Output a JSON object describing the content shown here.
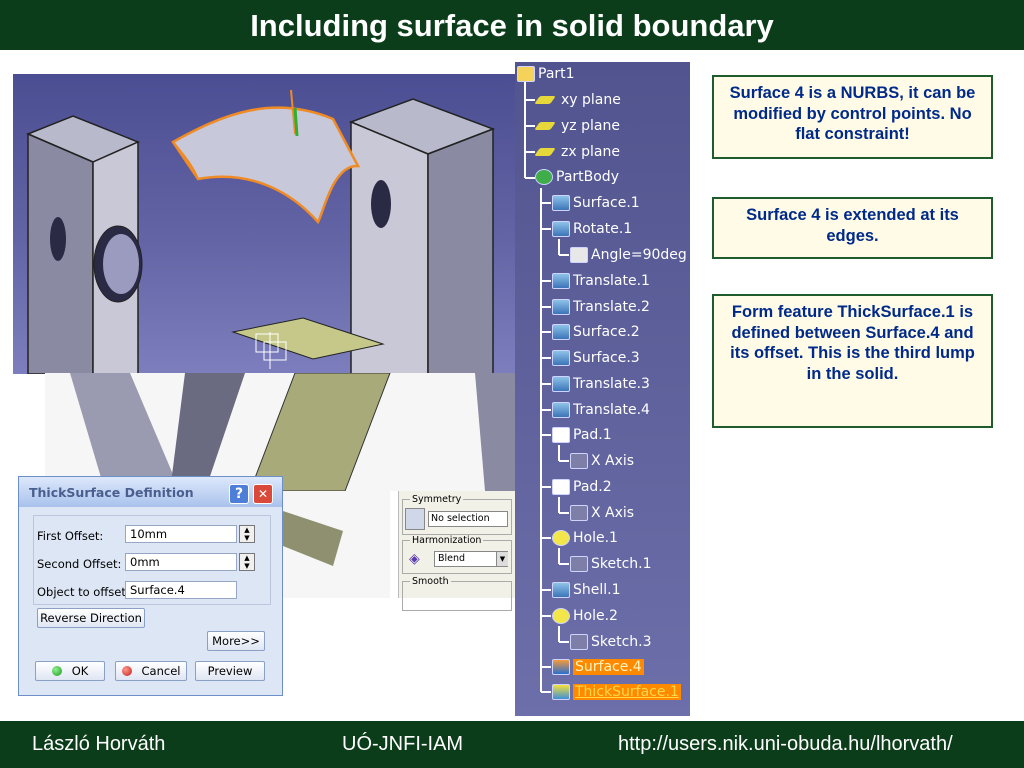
{
  "slide_title": "Including surface in solid boundary",
  "footer": {
    "author": "László Horváth",
    "institute": "UÓ-JNFI-IAM",
    "url": "http://users.nik.uni-obuda.hu/lhorvath/"
  },
  "tree": {
    "items": [
      {
        "label": "Part1",
        "icon": "part-icon"
      },
      {
        "label": "xy plane",
        "icon": "plane-icon"
      },
      {
        "label": "yz plane",
        "icon": "plane-icon"
      },
      {
        "label": "zx plane",
        "icon": "plane-icon"
      },
      {
        "label": "PartBody",
        "icon": "gear-icon"
      },
      {
        "label": "Surface.1",
        "icon": "surface-icon"
      },
      {
        "label": "Rotate.1",
        "icon": "rotate-icon"
      },
      {
        "label": "Angle=90deg",
        "icon": "parameter-icon"
      },
      {
        "label": "Translate.1",
        "icon": "translate-icon"
      },
      {
        "label": "Translate.2",
        "icon": "translate-icon"
      },
      {
        "label": "Surface.2",
        "icon": "surface-icon"
      },
      {
        "label": "Surface.3",
        "icon": "surface-icon"
      },
      {
        "label": "Translate.3",
        "icon": "translate-icon"
      },
      {
        "label": "Translate.4",
        "icon": "translate-icon"
      },
      {
        "label": "Pad.1",
        "icon": "pad-icon"
      },
      {
        "label": "X Axis",
        "icon": "sketch-icon"
      },
      {
        "label": "Pad.2",
        "icon": "pad-icon"
      },
      {
        "label": "X Axis",
        "icon": "sketch-icon"
      },
      {
        "label": "Hole.1",
        "icon": "hole-icon"
      },
      {
        "label": "Sketch.1",
        "icon": "sketch-icon"
      },
      {
        "label": "Shell.1",
        "icon": "shell-icon"
      },
      {
        "label": "Hole.2",
        "icon": "hole-icon"
      },
      {
        "label": "Sketch.3",
        "icon": "sketch-icon"
      },
      {
        "label": "Surface.4",
        "icon": "surface-icon"
      },
      {
        "label": "ThickSurface.1",
        "icon": "thicksurface-icon"
      }
    ]
  },
  "callouts": [
    "Surface 4 is a NURBS, it can be modified by control points. No flat constraint!",
    "Surface 4 is extended at its edges.",
    "Form feature ThickSurface.1 is defined between Surface.4 and its offset. This is the third lump in the solid."
  ],
  "dialog": {
    "title": "ThickSurface Definition",
    "help": "?",
    "close": "✕",
    "first_offset_label": "First Offset:",
    "first_offset_value": "10mm",
    "second_offset_label": "Second Offset:",
    "second_offset_value": "0mm",
    "object_label": "Object to offset:",
    "object_value": "Surface.4",
    "reverse": "Reverse Direction",
    "more": "More>>",
    "ok": "OK",
    "cancel": "Cancel",
    "preview": "Preview"
  },
  "panel": {
    "symmetry": "Symmetry",
    "symmetry_value": "No selection",
    "harmonization": "Harmonization",
    "harmonization_value": "Blend",
    "smooth": "Smooth"
  },
  "colors": {
    "banner": "#0b3d1a",
    "callout_text": "#002a8a",
    "selection": "#ff8a00"
  }
}
